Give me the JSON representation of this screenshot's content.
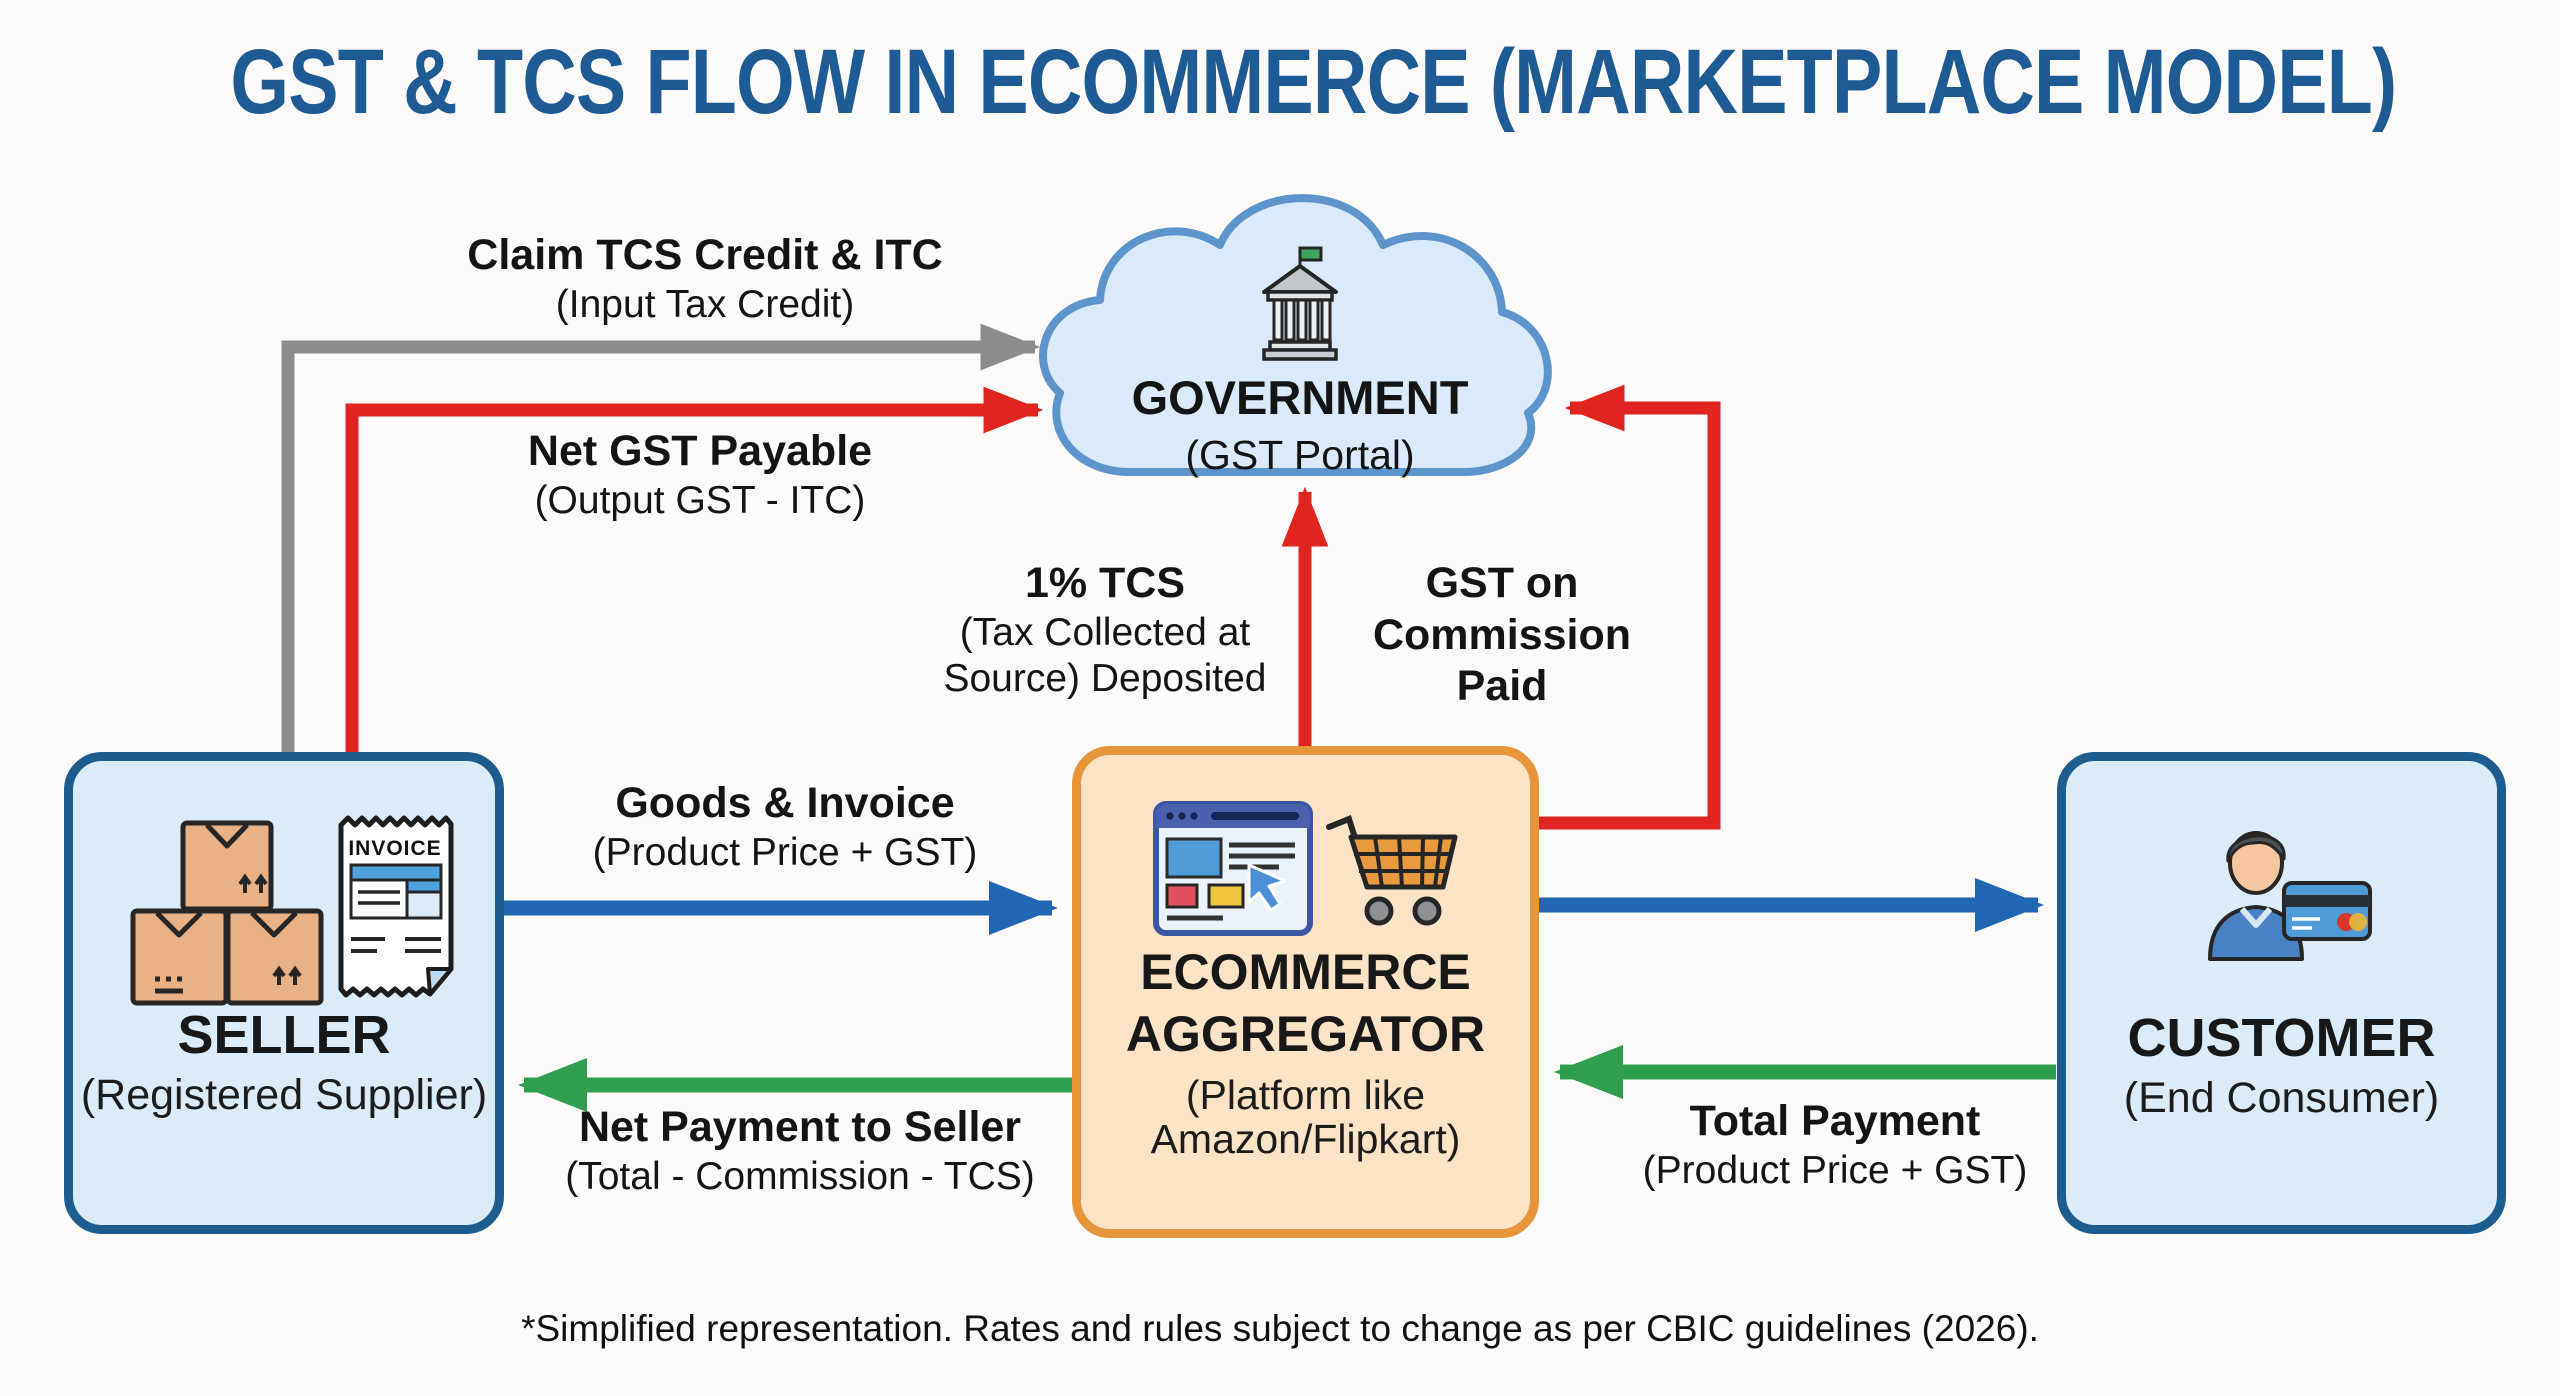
{
  "title": "GST & TCS FLOW IN ECOMMERCE (MARKETPLACE MODEL)",
  "government": {
    "title": "GOVERNMENT",
    "subtitle": "(GST Portal)",
    "icon": "bank-icon"
  },
  "seller": {
    "title": "SELLER",
    "subtitle": "(Registered Supplier)",
    "icons": [
      "boxes-icon",
      "invoice-icon"
    ],
    "invoice_text": "INVOICE"
  },
  "aggregator": {
    "title_line1": "ECOMMERCE",
    "title_line2": "AGGREGATOR",
    "subtitle": "(Platform like Amazon/Flipkart)",
    "icons": [
      "browser-icon",
      "cart-icon"
    ]
  },
  "customer": {
    "title": "CUSTOMER",
    "subtitle": "(End Consumer)",
    "icons": [
      "person-card-icon"
    ]
  },
  "flows": [
    {
      "id": "claim-tcs-credit",
      "from": "seller",
      "to": "government",
      "label": "Claim TCS Credit & ITC",
      "sublabel": "(Input Tax Credit)",
      "color": "#8a8c8e"
    },
    {
      "id": "net-gst-payable",
      "from": "seller",
      "to": "government",
      "label": "Net GST Payable",
      "sublabel": "(Output GST - ITC)",
      "color": "#e02420"
    },
    {
      "id": "tcs-deposited",
      "from": "aggregator",
      "to": "government",
      "label": "1% TCS",
      "sublabel": "(Tax Collected at Source) Deposited",
      "color": "#e02420"
    },
    {
      "id": "gst-on-commission",
      "from": "aggregator",
      "to": "government",
      "label": "GST on Commission Paid",
      "color": "#e02420"
    },
    {
      "id": "goods-invoice",
      "from": "seller",
      "to": "aggregator",
      "label": "Goods & Invoice",
      "sublabel": "(Product Price + GST)",
      "color": "#2166b3"
    },
    {
      "id": "delivery",
      "from": "aggregator",
      "to": "customer",
      "color": "#2166b3"
    },
    {
      "id": "net-payment-to-seller",
      "from": "aggregator",
      "to": "seller",
      "label": "Net Payment to Seller",
      "sublabel": "(Total - Commission - TCS)",
      "color": "#2f9e4f"
    },
    {
      "id": "total-payment",
      "from": "customer",
      "to": "aggregator",
      "label": "Total Payment",
      "sublabel": "(Product Price + GST)",
      "color": "#2f9e4f"
    }
  ],
  "footnote": "*Simplified representation. Rates and rules subject to change as per CBIC guidelines (2026).",
  "colors": {
    "title": "#1e5a94",
    "box_blue_fill": "#dcebf8",
    "box_blue_border": "#1d5c8e",
    "box_orange_fill": "#fbe3c6",
    "box_orange_border": "#e6953b",
    "cloud_fill": "#dbeafa",
    "cloud_border": "#5e94cc",
    "arrow_gray": "#8a8c8e",
    "arrow_red": "#e02420",
    "arrow_blue": "#2166b3",
    "arrow_green": "#2f9e4f",
    "text": "#141414"
  }
}
